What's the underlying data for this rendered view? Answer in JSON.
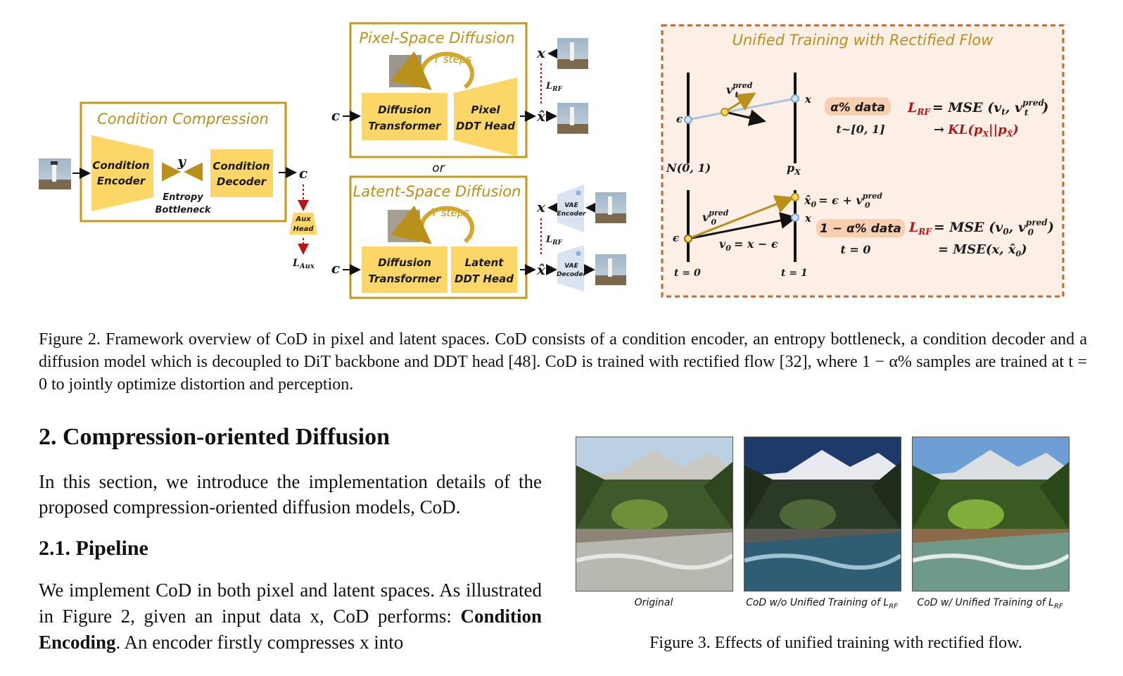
{
  "figure2": {
    "condition_compression": {
      "title": "Condition Compression",
      "encoder_line1": "Condition",
      "encoder_line2": "Encoder",
      "bottleneck_symbol": "y",
      "bottleneck_line1": "Entropy",
      "bottleneck_line2": "Bottleneck",
      "decoder_line1": "Condition",
      "decoder_line2": "Decoder",
      "output_symbol": "c",
      "aux_head_line1": "Aux",
      "aux_head_line2": "Head",
      "aux_loss": "L",
      "aux_loss_sub": "Aux"
    },
    "pixel_space": {
      "title": "Pixel-Space Diffusion",
      "steps": "T steps",
      "input_symbol": "c",
      "block1_line1": "Diffusion",
      "block1_line2": "Transformer",
      "block2_line1": "Pixel",
      "block2_line2": "DDT Head",
      "x_label": "x",
      "xhat_label": "x̂",
      "loss": "L",
      "loss_sub": "RF"
    },
    "or_label": "or",
    "latent_space": {
      "title": "Latent-Space Diffusion",
      "steps": "T steps",
      "input_symbol": "c",
      "block1_line1": "Diffusion",
      "block1_line2": "Transformer",
      "block2_line1": "Latent",
      "block2_line2": "DDT Head",
      "x_label": "x",
      "xhat_label": "x̂",
      "loss": "L",
      "loss_sub": "RF",
      "vae_encoder_line1": "VAE",
      "vae_encoder_line2": "Encoder",
      "vae_decoder_line1": "VAE",
      "vae_decoder_line2": "Decoder"
    },
    "unified": {
      "title": "Unified Training with Rectified Flow",
      "eps": "ϵ",
      "x": "x",
      "top_vpred": "v",
      "top_vpred_sup": "pred",
      "top_vpred_sub": "t",
      "top_vt": "v",
      "top_vt_sub": "t",
      "alpha_data": "α% data",
      "t_range": "t~[0, 1]",
      "loss_top": "L",
      "loss_top_sub": "RF",
      "loss_top_rhs": "= MSE (v",
      "loss_top_rhs_sub": "t",
      "loss_top_rhs2": ", v",
      "loss_top_rhs2_sup": "pred",
      "loss_top_rhs2_sub": "t",
      "loss_top_close": ")",
      "kl_arrow": "→",
      "kl": "KL(p",
      "kl_sub": "X",
      "kl_mid": "||p",
      "kl_sub2": "X̂",
      "kl_close": ")",
      "normal": "N(0, 1)",
      "px": "p",
      "px_sub": "X",
      "xhat0": "x̂",
      "xhat0_sub": "0",
      "xhat0_rhs": "= ϵ + v",
      "xhat0_rhs_sup": "pred",
      "xhat0_rhs_sub": "0",
      "bottom_vpred": "v",
      "bottom_vpred_sup": "pred",
      "bottom_vpred_sub": "0",
      "v0_eq": "v",
      "v0_eq_sub": "0",
      "v0_eq_rhs": "= x − ϵ",
      "one_minus_alpha": "1 − α% data",
      "t_zero": "t = 0",
      "loss_bottom": "L",
      "loss_bottom_sub": "RF",
      "loss_bottom_rhs": "= MSE (v",
      "loss_bottom_rhs_sub": "0",
      "loss_bottom_rhs2": ", v",
      "loss_bottom_rhs2_sup": "pred",
      "loss_bottom_rhs2_sub": "0",
      "loss_bottom_close": ")",
      "mse_eq": "= MSE(x, x̂",
      "mse_eq_sub": "0",
      "mse_close": ")",
      "axis_t0": "t = 0",
      "axis_t1": "t = 1"
    },
    "caption": "Figure 2. Framework overview of CoD in pixel and latent spaces. CoD consists of a condition encoder, an entropy bottleneck, a condition decoder and a diffusion model which is decoupled to DiT backbone and DDT head [48]. CoD is trained with rectified flow [32], where 1 − α% samples are trained at t = 0 to jointly optimize distortion and perception."
  },
  "section": {
    "heading": "2. Compression-oriented Diffusion",
    "intro": "In this section, we introduce the implementation details of the proposed compression-oriented diffusion models, CoD.",
    "subheading": "2.1. Pipeline",
    "pipeline_text": "We implement CoD in both pixel and latent spaces. As illustrated in Figure 2, given an input data x, CoD performs:",
    "bold_term": "Condition Encoding",
    "after_bold": ". An encoder firstly compresses x into"
  },
  "figure3": {
    "captions": [
      "Original",
      "CoD w/o Unified Training of L",
      "CoD w/ Unified Training of L"
    ],
    "caption_sub": "RF",
    "caption": "Figure 3. Effects of unified training with rectified flow."
  },
  "colors": {
    "gold_fill": "#fcd666",
    "gold_stroke": "#c29a1c",
    "loss_red": "#b51616",
    "accent_blue": "#3d88c8",
    "panel_bg": "#fdeee6",
    "panel_border": "#c8662a"
  }
}
